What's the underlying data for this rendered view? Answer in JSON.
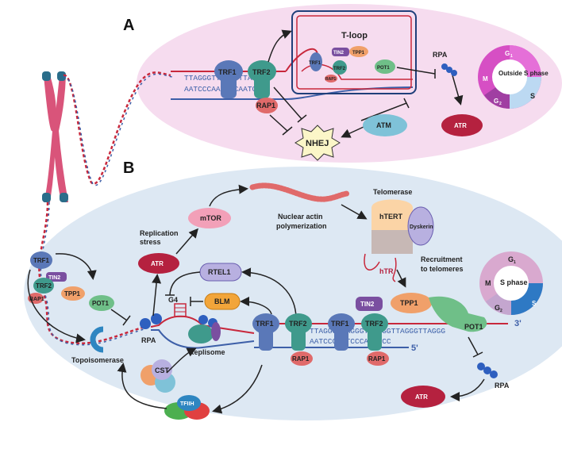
{
  "panels": {
    "a": "A",
    "b": "B"
  },
  "panel_a": {
    "seq_top": "TTAGGGTTAGGGTTAGGG",
    "seq_bottom": "AATCCCAATCCCAATCCC",
    "trf1": "TRF1",
    "trf2": "TRF2",
    "rap1": "RAP1",
    "tloop_title": "T-loop",
    "tloop_trf1": "TRF1",
    "tloop_tin2": "TIN2",
    "tloop_tpp1": "TPP1",
    "tloop_trf2": "TRF2",
    "tloop_rap1": "RAP1",
    "tloop_pot1": "POT1",
    "rpa": "RPA",
    "atr": "ATR",
    "atm": "ATM",
    "nhej": "NHEJ",
    "cycle": {
      "center": "Outside S phase",
      "g1": "G",
      "g1_sub": "1",
      "s": "S",
      "g2": "G",
      "g2_sub": "2",
      "m": "M"
    }
  },
  "panel_b": {
    "trf1": "TRF1",
    "tin2": "TIN2",
    "trf2": "TRF2",
    "tpp1": "TPP1",
    "rap1": "RAP1",
    "pot1": "POT1",
    "topoisomerase": "Topoisomerase",
    "rpa_fork": "RPA",
    "g4": "G4",
    "replisome": "Replisome",
    "cst": "CST",
    "tfiih": "TFIIH",
    "rtel1": "RTEL1",
    "blm": "BLM",
    "atr_left": "ATR",
    "replication_stress_1": "Replication",
    "replication_stress_2": "stress",
    "mtor": "mTOR",
    "nuclear_actin_1": "Nuclear actin",
    "nuclear_actin_2": "polymerization",
    "telomerase": "Telomerase",
    "htert": "hTERT",
    "dyskerin": "Dyskerin",
    "htr": "hTR",
    "recruitment_1": "Recruitment",
    "recruitment_2": "to telomeres",
    "seq_top": "TTAGGGTTAGGGTTAGGGTTAGGGTTAGGG",
    "seq_bottom": "AATCCCAATCCCAATCCC",
    "end_3": "3'",
    "end_5": "5'",
    "dtrf1a": "TRF1",
    "dtrf2a": "TRF2",
    "dtrf1b": "TRF1",
    "dtrf2b": "TRF2",
    "drap1a": "RAP1",
    "drap1b": "RAP1",
    "dtin2": "TIN2",
    "dtpp1": "TPP1",
    "dpot1": "POT1",
    "rpa_right": "RPA",
    "atr_right": "ATR",
    "cycle": {
      "center": "S phase",
      "g1": "G",
      "g1_sub": "1",
      "s": "S",
      "g2": "G",
      "g2_sub": "2",
      "m": "M"
    }
  },
  "colors": {
    "panel_a_bg": "#f6dcef",
    "panel_b_bg": "#dde8f3",
    "trf1": "#5a78b8",
    "trf2": "#3f9a8c",
    "rap1": "#e06a6a",
    "tin2": "#7a4fa0",
    "tpp1": "#f0a06a",
    "pot1": "#6fbf88",
    "atr": "#b5213f",
    "atm": "#7fc2d8",
    "rtel1": "#b8b0e0",
    "blm": "#f2a53a",
    "mtor": "#f2a0b8",
    "chromosome": "#d9547a",
    "dna_blue": "#3d5fa8",
    "dna_red": "#c8283c"
  }
}
